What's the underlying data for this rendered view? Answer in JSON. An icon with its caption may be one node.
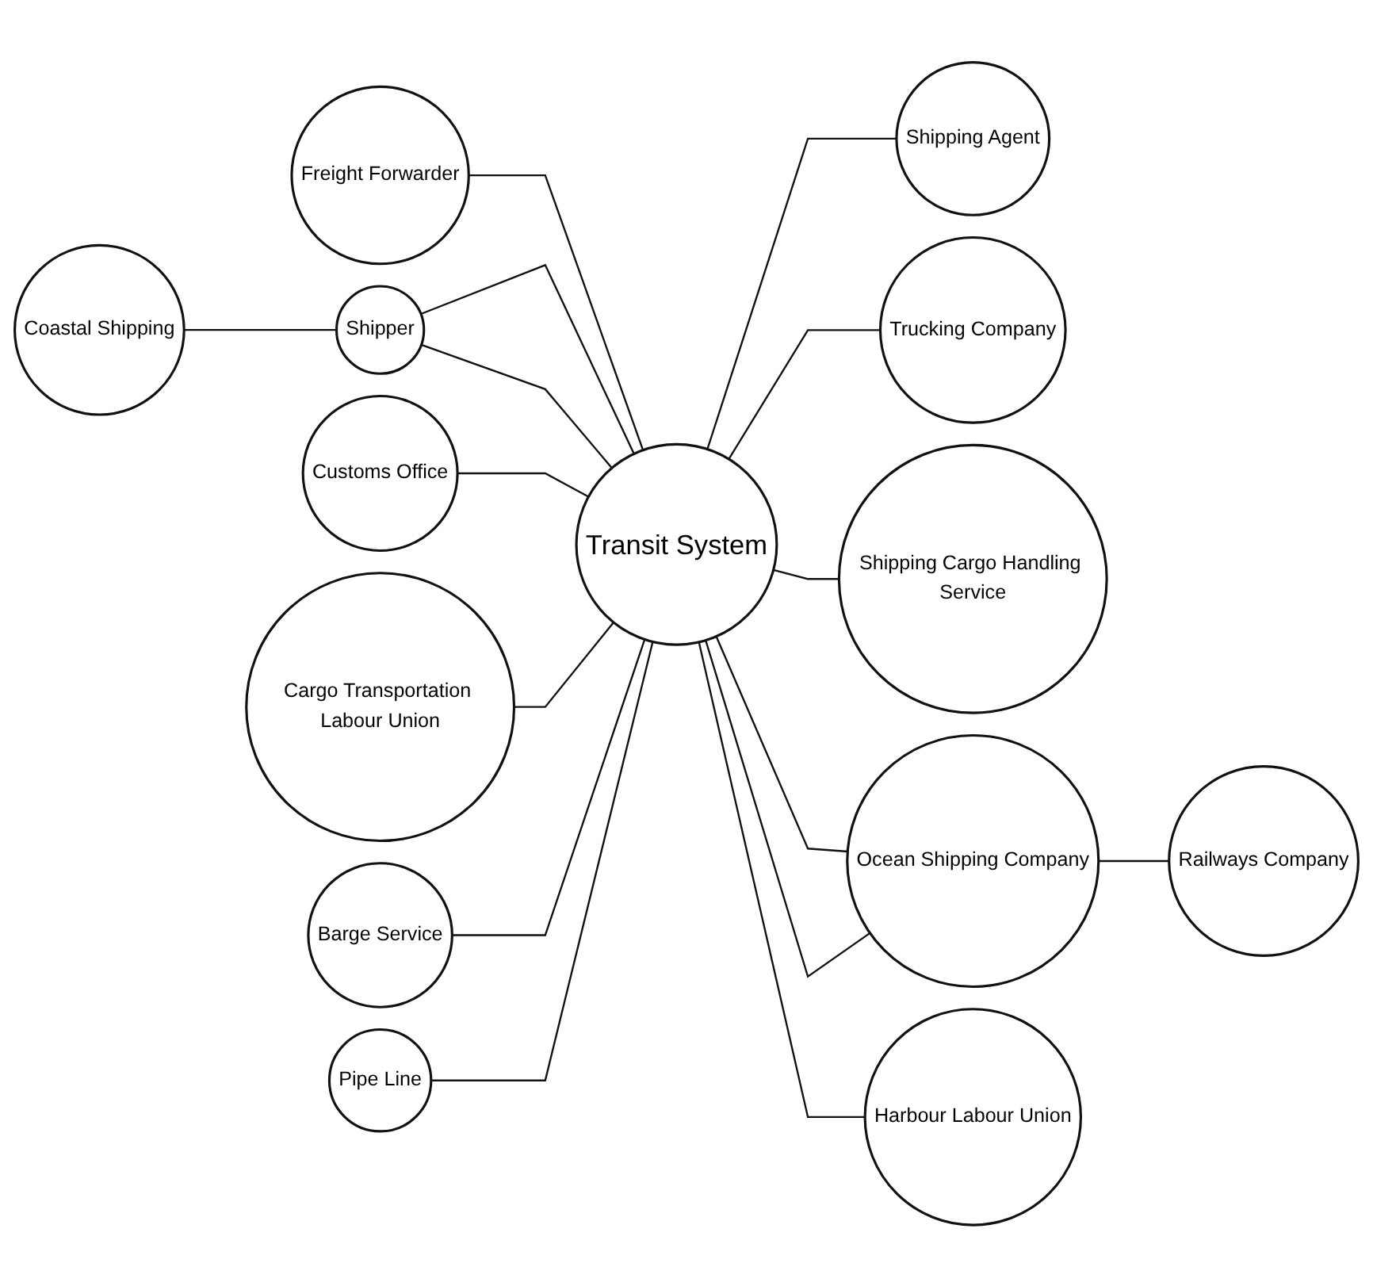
{
  "diagram": {
    "nodes": [
      {
        "text": [
          "Freight Forwarder"
        ]
      },
      {
        "text": [
          "Coastal Shipping"
        ]
      },
      {
        "text": [
          "Shipper"
        ]
      },
      {
        "text": [
          "Shipping Agent"
        ]
      },
      {
        "text": [
          "Customs Office"
        ]
      },
      {
        "text": [
          "Cargo Transportation Labour Union"
        ]
      },
      {
        "text": [
          "Transit System"
        ]
      },
      {
        "text": [
          "Trucking Company"
        ]
      },
      {
        "text": [
          "Shipping Cargo Handling Service"
        ]
      },
      {
        "text": [
          "Barge Service"
        ]
      },
      {
        "text": [
          "Ocean Shipping Company"
        ]
      },
      {
        "text": [
          "Harbour Labour Union"
        ]
      },
      {
        "text": [
          "Pipe Line"
        ]
      },
      {
        "text": [
          "Railways Company"
        ]
      }
    ],
    "edges": [
      {
        "from": 0,
        "to": 6,
        "arrow": "none"
      },
      {
        "from": 1,
        "to": 2,
        "arrow": "none"
      },
      {
        "from": 2,
        "to": 6,
        "arrow": "none"
      },
      {
        "from": 2,
        "to": 6,
        "arrow": "none"
      },
      {
        "from": 6,
        "to": 3,
        "arrow": "none"
      },
      {
        "from": 4,
        "to": 6,
        "arrow": "none"
      },
      {
        "from": 5,
        "to": 6,
        "arrow": "none"
      },
      {
        "from": 6,
        "to": 7,
        "arrow": "none"
      },
      {
        "from": 6,
        "to": 8,
        "arrow": "none"
      },
      {
        "from": 9,
        "to": 6,
        "arrow": "none"
      },
      {
        "from": 6,
        "to": 10,
        "arrow": "none"
      },
      {
        "from": 6,
        "to": 10,
        "arrow": "none"
      },
      {
        "from": 6,
        "to": 11,
        "arrow": "none"
      },
      {
        "from": 12,
        "to": 6,
        "arrow": "none"
      },
      {
        "from": 10,
        "to": 13,
        "arrow": "none"
      }
    ]
  }
}
